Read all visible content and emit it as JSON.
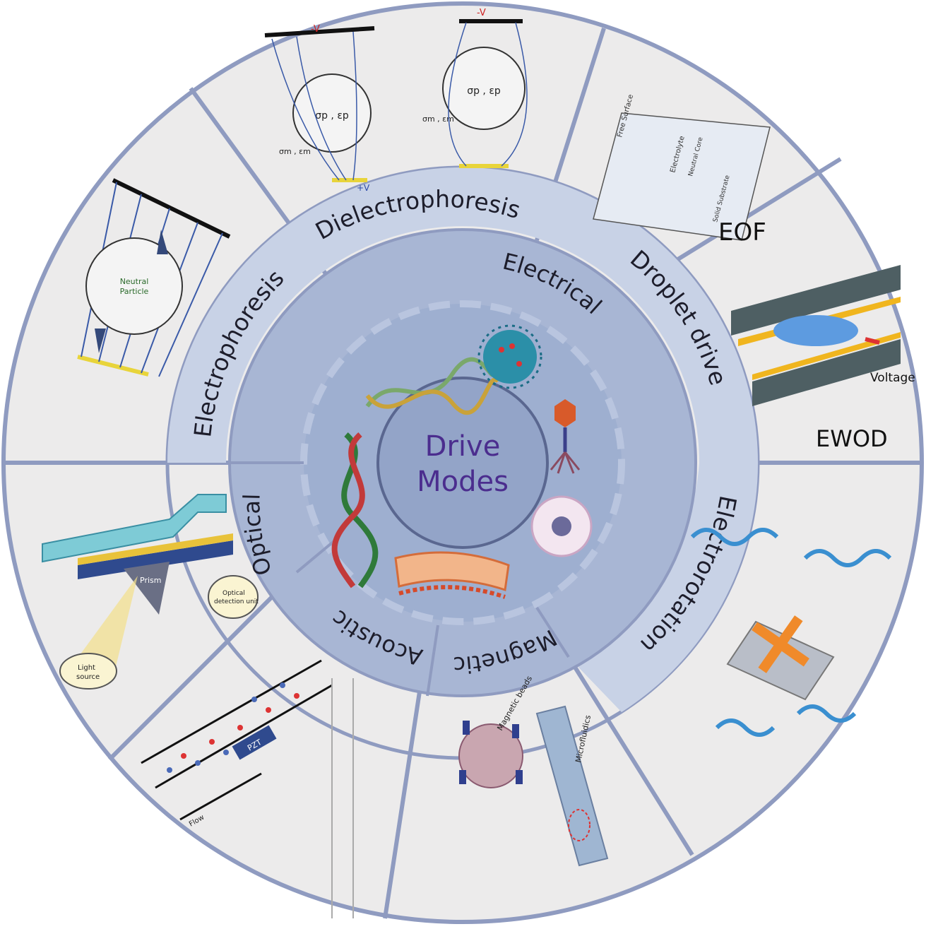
{
  "center": {
    "line1": "Drive",
    "line2": "Modes"
  },
  "rings": {
    "electrical": "Electrical",
    "optical": "Optical",
    "acoustic": "Acoustic",
    "magnetic": "Magnetic"
  },
  "electrical_modes": {
    "electrophoresis": "Electrophoresis",
    "dielectrophoresis": "Dielectrophoresis",
    "droplet_drive": "Droplet drive",
    "electrorotation": "Electrorotation"
  },
  "panel_labels": {
    "eof": "EOF",
    "ewod": "EWOD",
    "voltage": "Voltage",
    "neutral_particle_1": "Neutral",
    "neutral_particle_2": "Particle",
    "prism": "Prism",
    "light_source_1": "Light",
    "light_source_2": "source",
    "optical_detection_1": "Optical",
    "optical_detection_2": "detection unit",
    "magnetic_beads": "Magnetic beads",
    "microfluidics": "Microfluidics",
    "pzt": "PZT",
    "flow": "Flow",
    "dep_neg_v": "-V",
    "dep_pos_v": "+V",
    "sigma_p": "σp , εp",
    "sigma_m": "σm , εm",
    "free_surface": "Free Surface",
    "electrolyte": "Electrolyte",
    "neutral_core": "Neutral Core",
    "solid_substrate": "Solid Substrate"
  },
  "colors": {
    "outer_bg": "#ecebeb",
    "divider": "#8f9bc0",
    "mid_ring": "#c8d2e6",
    "inner_ring": "#a8b6d4",
    "core_ring": "#9eafd0",
    "center_disk": "#93a4c8",
    "center_text": "#4b2d8e",
    "label_text": "#1d1d2b"
  }
}
